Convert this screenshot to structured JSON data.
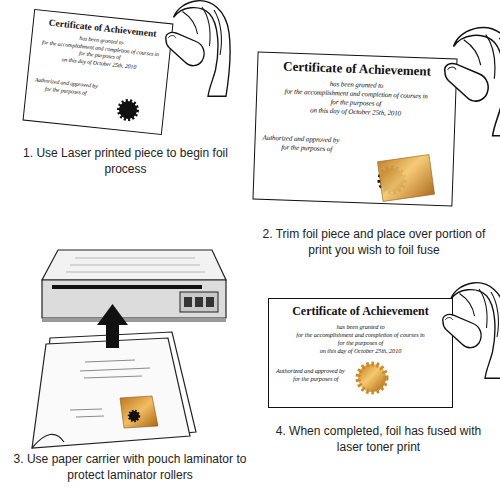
{
  "diagram": {
    "nodes": [
      {
        "text": [
          "Certificate of Achievement",
          "has been granted to",
          "for the accomplishment and completion of courses in",
          "for the purposes of",
          "on this day of October 25th, 2010",
          "Authorized and approved by",
          "for the purposes of"
        ]
      },
      {
        "text": [
          "Certificate of Achievement",
          "has been granted to",
          "for the accomplishment and completion of courses in",
          "for the purposes of",
          "on this day of October 25th, 2010",
          "Authorized and approved by",
          "for the purposes of"
        ]
      },
      {
        "text": [
          "Certificate of Achievement",
          "has been granted to",
          "for the accomplishment and completion of courses in",
          "for the purposes of",
          "on this day of October 25th, 2010",
          "Authorized and approved by",
          "for the purposes of"
        ]
      }
    ],
    "labels": [
      "1. Use Laser printed piece to begin foil process",
      "2. Trim foil piece and place over portion of print you wish to foil fuse",
      "3. Use paper carrier with pouch laminator to protect laminator rollers",
      "4. When completed, foil has fused with laser toner print"
    ]
  }
}
